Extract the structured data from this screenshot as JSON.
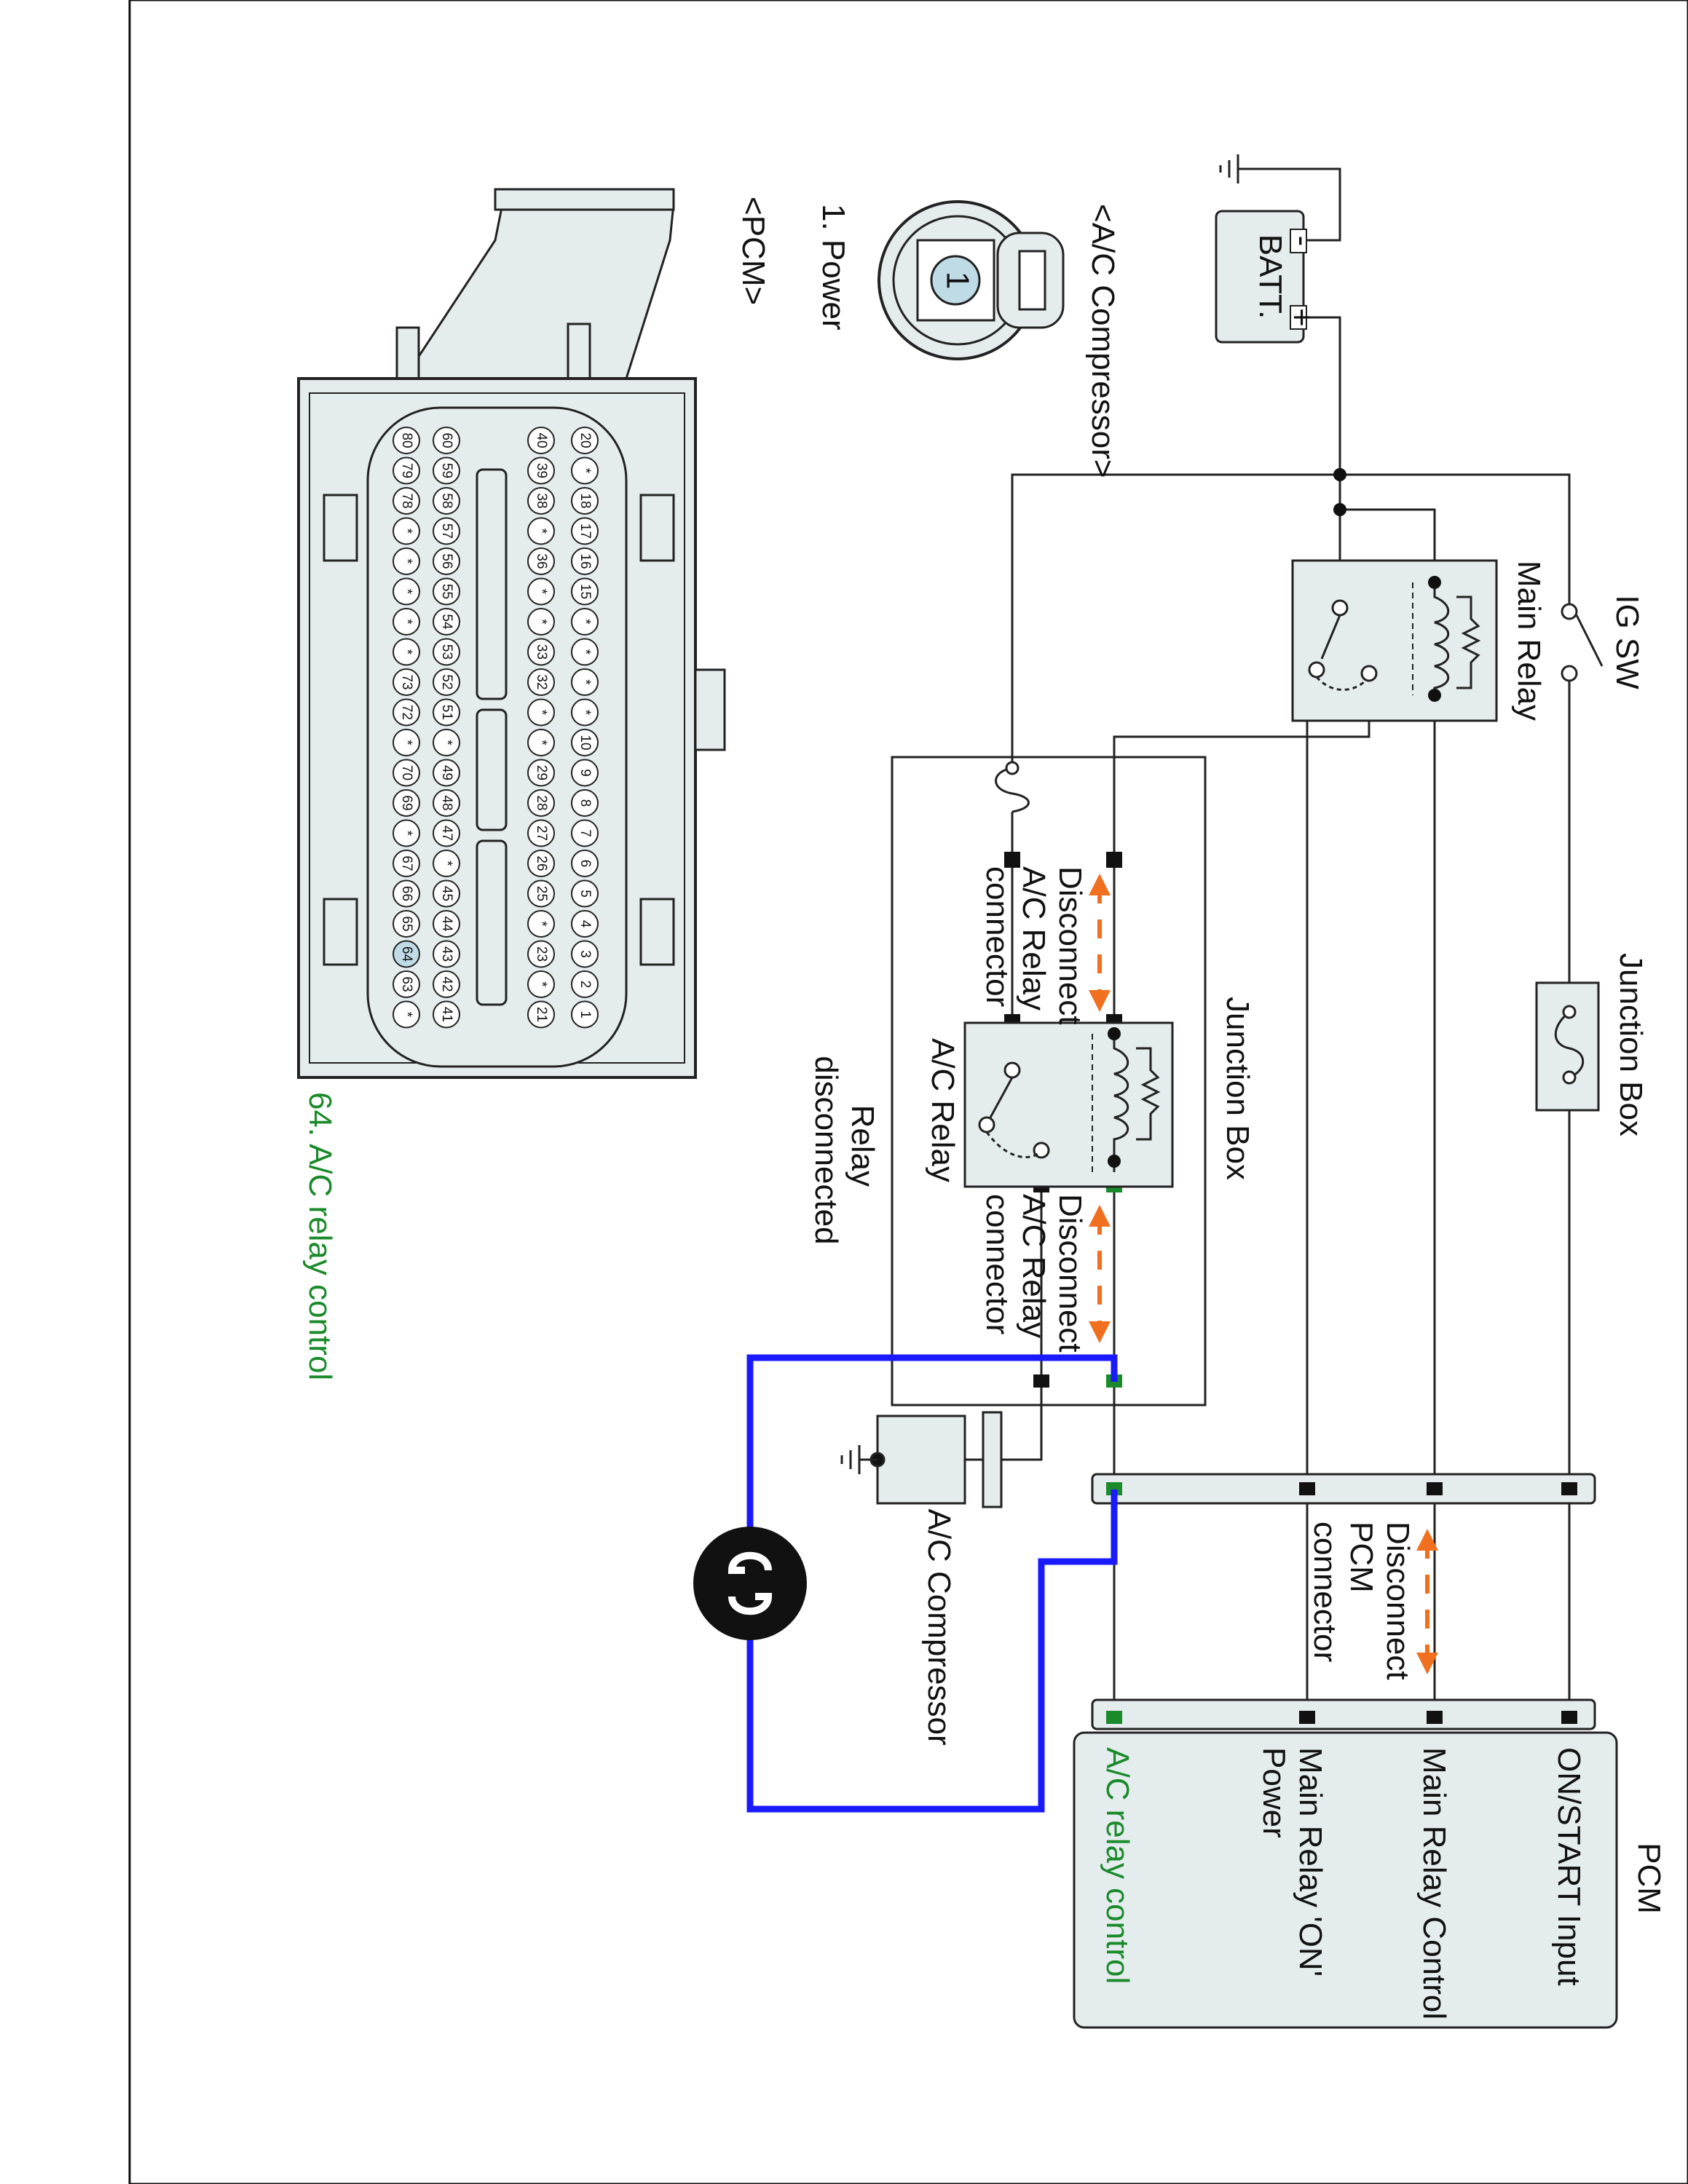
{
  "labels": {
    "ig_sw": "IG SW",
    "main_relay": "Main Relay",
    "batt": "BATT.",
    "batt_minus": "-",
    "batt_plus": "+",
    "junction_box_fuse": "Junction Box",
    "junction_box": "Junction Box",
    "ac_relay": "A/C Relay",
    "relay_disconnected": "Relay\ndisconnected",
    "disconnect_ac_relay_connector_top": "Disconnect\nA/C Relay\nconnector",
    "disconnect_ac_relay_connector_bottom": "Disconnect\nA/C Relay\nconnector",
    "disconnect_pcm_connector": "Disconnect\nPCM\nconnector",
    "ac_compressor": "A/C Compressor",
    "pcm_title": "PCM",
    "pcm_inputs": [
      "ON/START Input",
      "Main Relay Control",
      "Main Relay 'ON'\nPower",
      "A/C relay control"
    ],
    "ac_compressor_connector": "<A/C Compressor>",
    "ac_compressor_pin": "1. Power",
    "ac_compressor_pin_number": "1",
    "pcm_connector": "<PCM>",
    "pcm_pin_label": "64. A/C relay control"
  },
  "pcm_connector_pins": {
    "row1": [
      "20",
      "*",
      "18",
      "17",
      "16",
      "15",
      "*",
      "*",
      "*",
      "*",
      "10",
      "9",
      "8",
      "7",
      "6",
      "5",
      "4",
      "3",
      "2",
      "1"
    ],
    "row2": [
      "40",
      "39",
      "38",
      "*",
      "36",
      "*",
      "*",
      "33",
      "32",
      "*",
      "*",
      "29",
      "28",
      "27",
      "26",
      "25",
      "*",
      "23",
      "*",
      "21"
    ],
    "row3": [
      "60",
      "59",
      "58",
      "57",
      "56",
      "55",
      "54",
      "53",
      "52",
      "51",
      "*",
      "49",
      "48",
      "47",
      "*",
      "45",
      "44",
      "43",
      "42",
      "41"
    ],
    "row4": [
      "80",
      "79",
      "78",
      "*",
      "*",
      "*",
      "*",
      "*",
      "73",
      "72",
      "*",
      "70",
      "69",
      "*",
      "67",
      "66",
      "65",
      "64",
      "63",
      "*"
    ],
    "highlight": "64"
  },
  "colors": {
    "highlight_green": "#1a8a2a",
    "measure_loop_blue": "#1a1aff",
    "arrow_orange": "#f07020",
    "component_fill": "#e5ecee",
    "wire": "#222222"
  },
  "icons": [
    "ground-icon",
    "battery-icon",
    "switch-icon",
    "fuse-icon",
    "relay-coil-icon",
    "ohmmeter-icon",
    "double-arrow-icon"
  ]
}
